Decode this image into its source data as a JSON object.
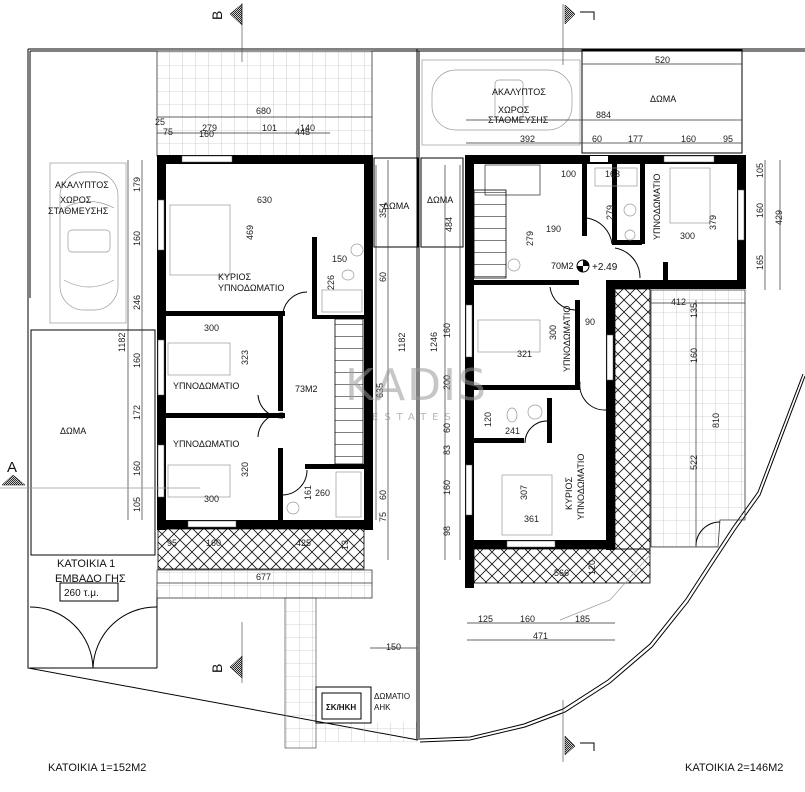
{
  "drawing": {
    "type": "architectural floor plan",
    "section_markers": {
      "B_top": "B",
      "B_bottom": "B",
      "A_left": "A"
    },
    "watermark": {
      "brand": "KADIS",
      "sub": "ESTATES",
      "accent_color": "#c8a96a"
    }
  },
  "unit1": {
    "footer_label": "ΚΑΤΟΙΚΙΑ 1=152Μ2",
    "house_label": "ΚΑΤΟΙΚΙΑ 1",
    "plot_area_label": "ΕΜΒΑΔΟ ΓΗΣ",
    "plot_area_value": "260 τ.μ.",
    "floor_area": "73Μ2",
    "parking": {
      "line1": "ΑΚΑΛΥΠΤΟΣ",
      "line2": "ΧΩΡΟΣ",
      "line3": "ΣΤΑΘΜΕΥΣΗΣ"
    },
    "roof_left": "ΔΩΜΑ",
    "roof_right": "ΔΩΜΑ",
    "master_bedroom": {
      "line1": "ΚΥΡΙΟΣ",
      "line2": "ΥΠΝΟΔΩΜΑΤΙΟ"
    },
    "bedroom2": "ΥΠΝΟΔΩΜΑΤΙΟ",
    "bedroom3": "ΥΠΝΟΔΩΜΑΤΙΟ",
    "storage": "ΣΚ/ΗΚΗ",
    "utility_room": {
      "line1": "ΔΩΜΑΤΙΟ",
      "line2": "ΑΗΚ"
    },
    "dims": {
      "top_total": "680",
      "top_25": "25",
      "top_75": "75",
      "top_279": "279",
      "top_160": "160",
      "top_101": "101",
      "top_445": "445",
      "top_140": "140",
      "master_w": "630",
      "master_h": "469",
      "bed2_w": "300",
      "bed2_h": "323",
      "bed3_w": "300",
      "bed3_h": "320",
      "bath_150": "150",
      "bath_226": "226",
      "bath_60": "60",
      "stair_635": "635",
      "roof_354": "354",
      "wc_161": "161",
      "wc_260": "260",
      "left_179": "179",
      "left_160a": "160",
      "left_246": "246",
      "left_1182": "1182",
      "left_160b": "160",
      "left_172": "172",
      "left_160c": "160",
      "left_105": "105",
      "right_60": "60",
      "right_75": "75",
      "right_1182": "1182",
      "bottom_95": "95",
      "bottom_160": "160",
      "bottom_425": "425",
      "bottom_13": "13",
      "bottom_677": "677",
      "side_150": "150"
    }
  },
  "unit2": {
    "footer_label": "ΚΑΤΟΙΚΙΑ 2=146Μ2",
    "floor_area": "70Μ2",
    "level": "+2.49",
    "parking": {
      "line1": "ΑΚΑΛΥΠΤΟΣ",
      "line2": "ΧΩΡΟΣ",
      "line3": "ΣΤΑΘΜΕΥΣΗΣ"
    },
    "roof_top": "ΔΩΜΑ",
    "roof_left": "ΔΩΜΑ",
    "bedroom_a": "ΥΠΝΟΔΩΜΑΤΙΟ",
    "bedroom_b": "ΥΠΝΟΔΩΜΑΤΙΟ",
    "master_bedroom": {
      "line1": "ΚΥΡΙΟΣ",
      "line2": "ΥΠΝΟΔΩΜΑΤΙΟ"
    },
    "dims": {
      "top_520": "520",
      "top_884": "884",
      "top_392": "392",
      "top_60": "60",
      "top_177": "177",
      "top_160": "160",
      "top_95": "95",
      "stair_100": "100",
      "stair_190": "190",
      "stair_279": "279",
      "bath_163": "163",
      "bath_279": "279",
      "bedA_w": "300",
      "bedA_h": "379",
      "right_105": "105",
      "right_160": "160",
      "right_165": "165",
      "right_429": "429",
      "roof_484": "484",
      "bedB_w": "321",
      "bedB_h": "300",
      "corr_90": "90",
      "wc_120": "120",
      "wc_241": "241",
      "master_w": "361",
      "master_h": "307",
      "left_1246": "1246",
      "left_160a": "160",
      "left_200": "200",
      "left_60": "60",
      "left_83": "83",
      "left_160b": "160",
      "left_98": "98",
      "terrace_412": "412",
      "terrace_135": "135",
      "terrace_160": "160",
      "terrace_810": "810",
      "terrace_522": "522",
      "bottom_566": "566",
      "bottom_120": "120",
      "win_125": "125",
      "win_160": "160",
      "win_185": "185",
      "win_471": "471"
    }
  }
}
